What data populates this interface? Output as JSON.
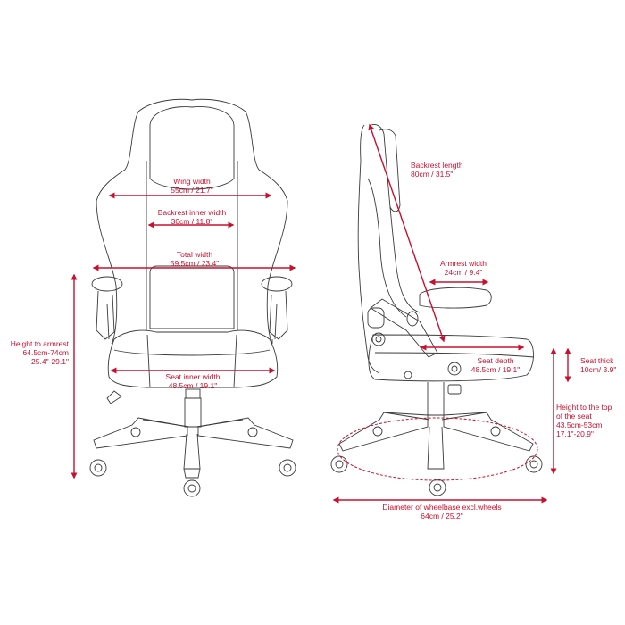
{
  "colors": {
    "dimension": "#c8102e",
    "lineart": "#3a3a3a",
    "background": "#ffffff"
  },
  "front_view": {
    "wing_width": {
      "title": "Wing width",
      "value": "55cm / 21.7\""
    },
    "backrest_inner_width": {
      "title": "Backrest inner width",
      "value": "30cm / 11.8\""
    },
    "total_width": {
      "title": "Total width",
      "value": "59.5cm / 23.4\""
    },
    "seat_inner_width": {
      "title": "Seat inner width",
      "value": "48.5cm / 19.1\""
    },
    "height_to_armrest": {
      "title": "Height to armrest",
      "value_cm": "64.5cm-74cm",
      "value_in": "25.4\"-29.1\""
    }
  },
  "side_view": {
    "backrest_length": {
      "title": "Backrest length",
      "value": "80cm / 31.5\""
    },
    "armrest_width": {
      "title": "Armrest width",
      "value": "24cm / 9.4\""
    },
    "seat_depth": {
      "title": "Seat depth",
      "value": "48.5cm / 19.1\""
    },
    "seat_thickness": {
      "title": "Seat thick",
      "value": "10cm/ 3.9\""
    },
    "height_to_seat": {
      "title_1": "Height to the top",
      "title_2": "of the seat",
      "value_cm": "43.5cm-53cm",
      "value_in": "17.1\"-20.9\""
    },
    "wheelbase_diameter": {
      "title": "Diameter of wheelbase excl.wheels",
      "value": "64cm / 25.2\""
    }
  }
}
